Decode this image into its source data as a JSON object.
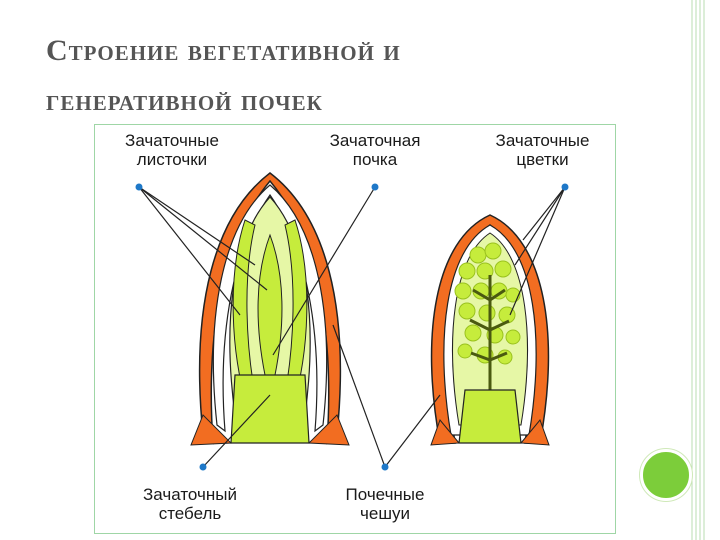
{
  "slide": {
    "title_line1": "Строение вегетативной и",
    "title_line2": "генеративной почек",
    "accent_color": "#7ccd3a",
    "frame_color": "#9fd6a6"
  },
  "labels": {
    "leaf_primordia": [
      "Зачаточные",
      "листочки"
    ],
    "bud_primordium": [
      "Зачаточная",
      "почка"
    ],
    "flower_primordia": [
      "Зачаточные",
      "цветки"
    ],
    "stem_primordium": [
      "Зачаточный",
      "стебель"
    ],
    "bud_scales": [
      "Почечные",
      "чешуи"
    ]
  },
  "colors": {
    "scale_orange": "#f26d21",
    "inner_green": "#c6ec3c",
    "leaf_light": "#e6f7a6",
    "outline": "#222222",
    "pointer_blue": "#1e78c8"
  }
}
